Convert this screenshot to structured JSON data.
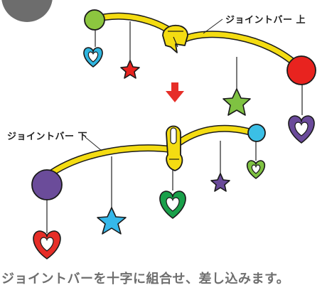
{
  "labels": {
    "top": "ジョイントバー 上",
    "bottom": "ジョイントバー 下"
  },
  "caption": "ジョイントバーを十字に組合せ、差し込みます。",
  "colors": {
    "arm_yellow": "#f4dc12",
    "outline": "#1a1a1a",
    "ball_green": "#8cc63f",
    "ball_red": "#e8231f",
    "ball_purple": "#6b4c9a",
    "ball_sky": "#3bbfe6",
    "heart_blue": "#2fb6e0",
    "heart_purple": "#6a4a9a",
    "heart_red": "#e62e28",
    "heart_green": "#19a04a",
    "heart_lime": "#7fc242",
    "star_red": "#e8231f",
    "star_green": "#7fc242",
    "star_purple": "#6a4a9a",
    "star_sky": "#35b8ea",
    "arrow_red": "#e62e28",
    "caption_gray": "#6e6e6e"
  },
  "icons": {
    "step_arrow": "down-arrow-icon",
    "hanging_heart": "heart-icon",
    "hanging_star": "star-icon"
  }
}
